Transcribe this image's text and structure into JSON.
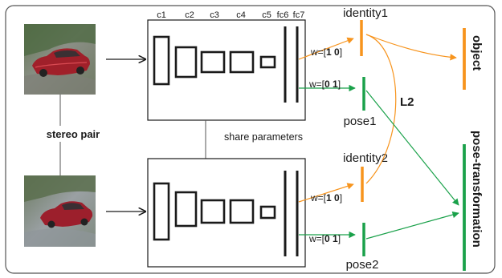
{
  "diagram": {
    "net_top": {
      "layers": [
        "c1",
        "c2",
        "c3",
        "c4",
        "c5",
        "fc6",
        "fc7"
      ]
    },
    "share_label": "share parameters",
    "stereo_label": "stereo pair",
    "outputs_top": {
      "identity_label": "identity1",
      "pose_label": "pose1",
      "w_identity": {
        "prefix": "w=[",
        "bold": "1 0",
        "suffix": "]"
      },
      "w_pose": {
        "prefix": "w=[",
        "bold": "0 1",
        "suffix": "]"
      }
    },
    "outputs_bottom": {
      "identity_label": "identity2",
      "pose_label": "pose2",
      "w_identity": {
        "prefix": "w=[",
        "bold": "1 0",
        "suffix": "]"
      },
      "w_pose": {
        "prefix": "w=[",
        "bold": "0 1",
        "suffix": "]"
      }
    },
    "loss_label": "L2",
    "object_label": "object",
    "pose_transformation_label": "pose-transformation",
    "colors": {
      "identity": "#f7941d",
      "pose": "#1aa14a",
      "line": "#1a1a1a",
      "frame": "#555555"
    },
    "icons": [
      "car-photo-top",
      "car-photo-bottom"
    ]
  }
}
